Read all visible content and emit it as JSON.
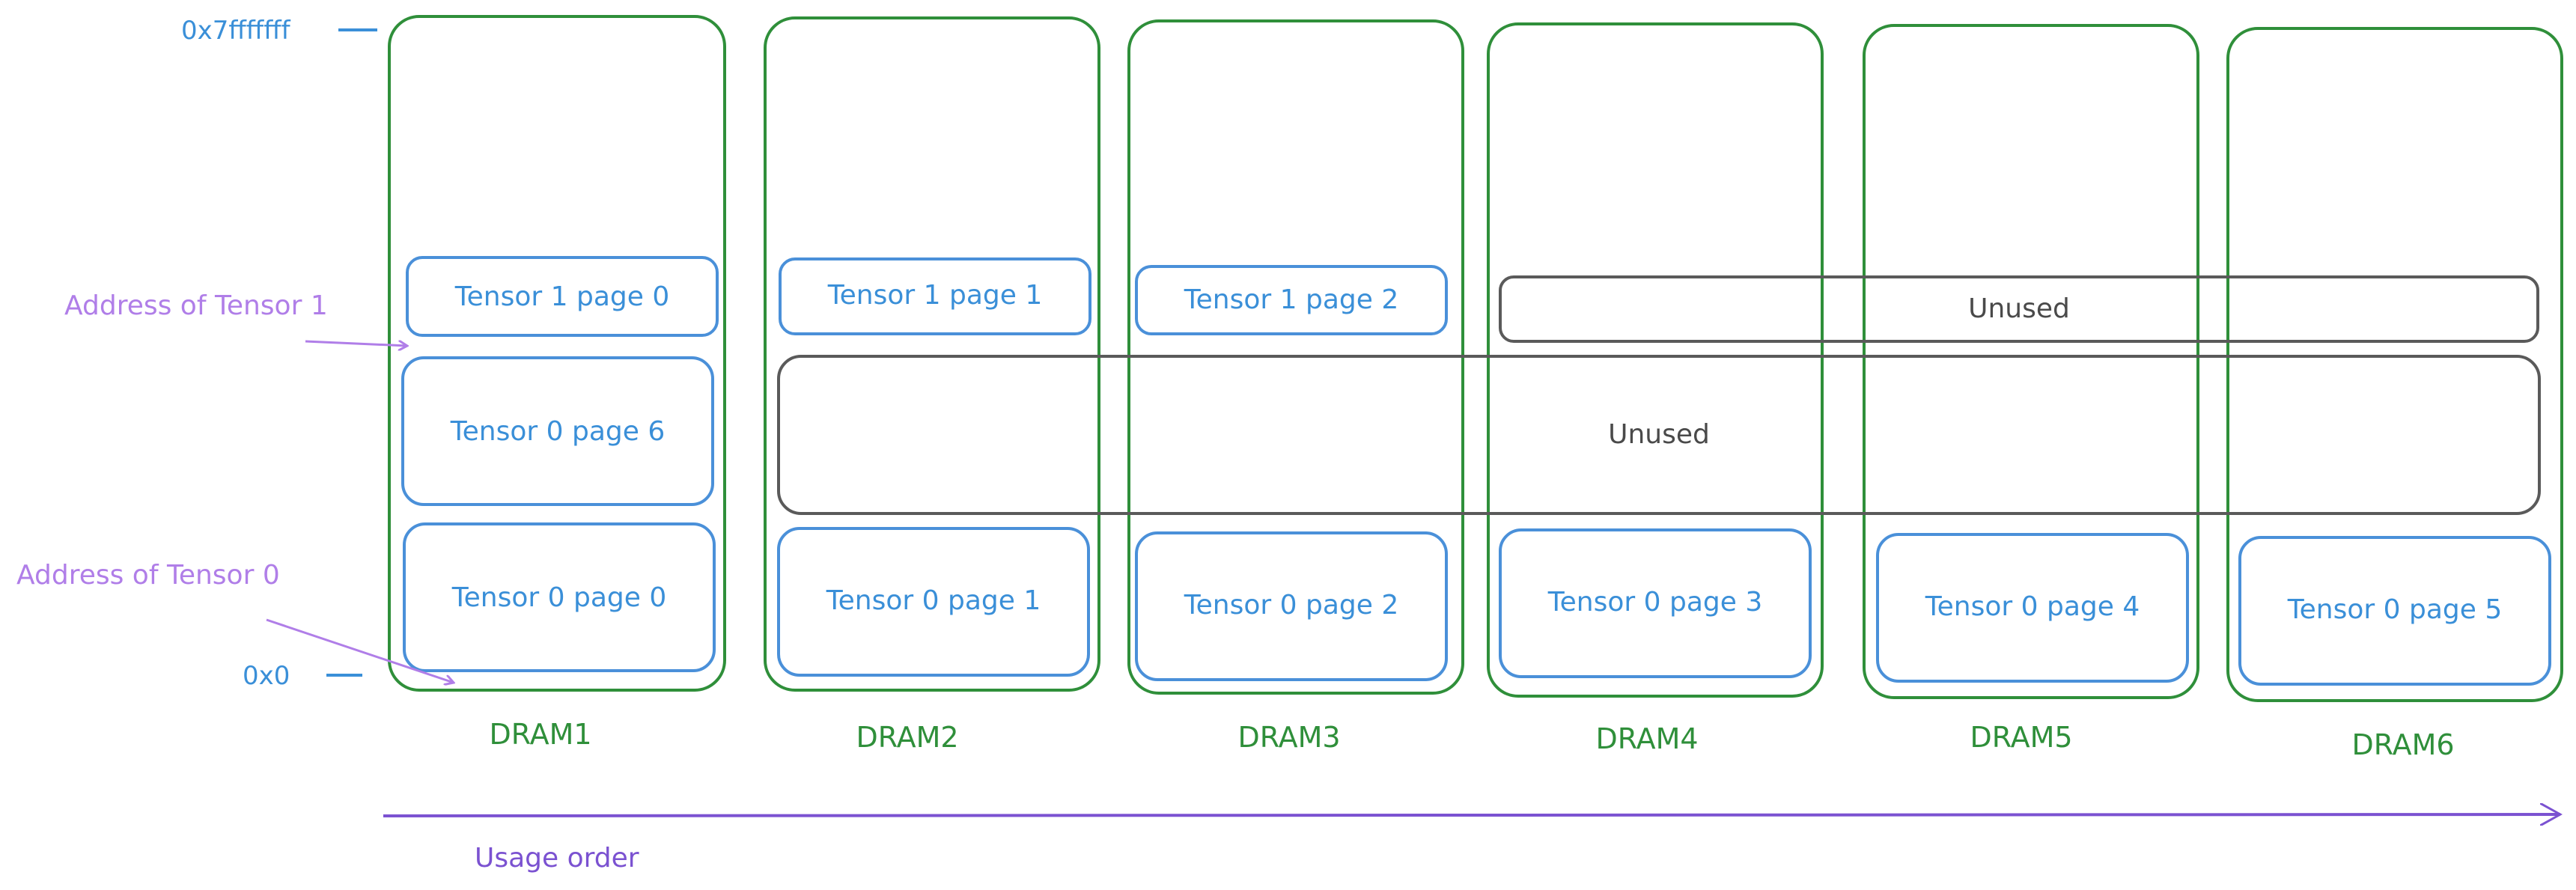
{
  "address_labels": {
    "top": "0x7fffffff",
    "bottom": "0x0"
  },
  "annotations": {
    "tensor1": "Address of Tensor 1",
    "tensor0": "Address of Tensor 0"
  },
  "drams": [
    "DRAM1",
    "DRAM2",
    "DRAM3",
    "DRAM4",
    "DRAM5",
    "DRAM6"
  ],
  "tensor1_pages": [
    "Tensor 1 page 0",
    "Tensor 1 page 1",
    "Tensor 1 page 2"
  ],
  "tensor0_pages": [
    "Tensor 0 page 0",
    "Tensor 0 page 1",
    "Tensor 0 page 2",
    "Tensor 0 page 3",
    "Tensor 0 page 4",
    "Tensor 0 page 5",
    "Tensor 0 page 6"
  ],
  "unused_labels": [
    "Unused",
    "Unused"
  ],
  "usage_label": "Usage order",
  "colors": {
    "dram_border": "#2f8f3a",
    "page_border": "#4a90d9",
    "unused_border": "#5a5a5a",
    "annotation": "#b07ee8",
    "usage_arrow": "#7b52d1",
    "address": "#3a8fd8"
  }
}
